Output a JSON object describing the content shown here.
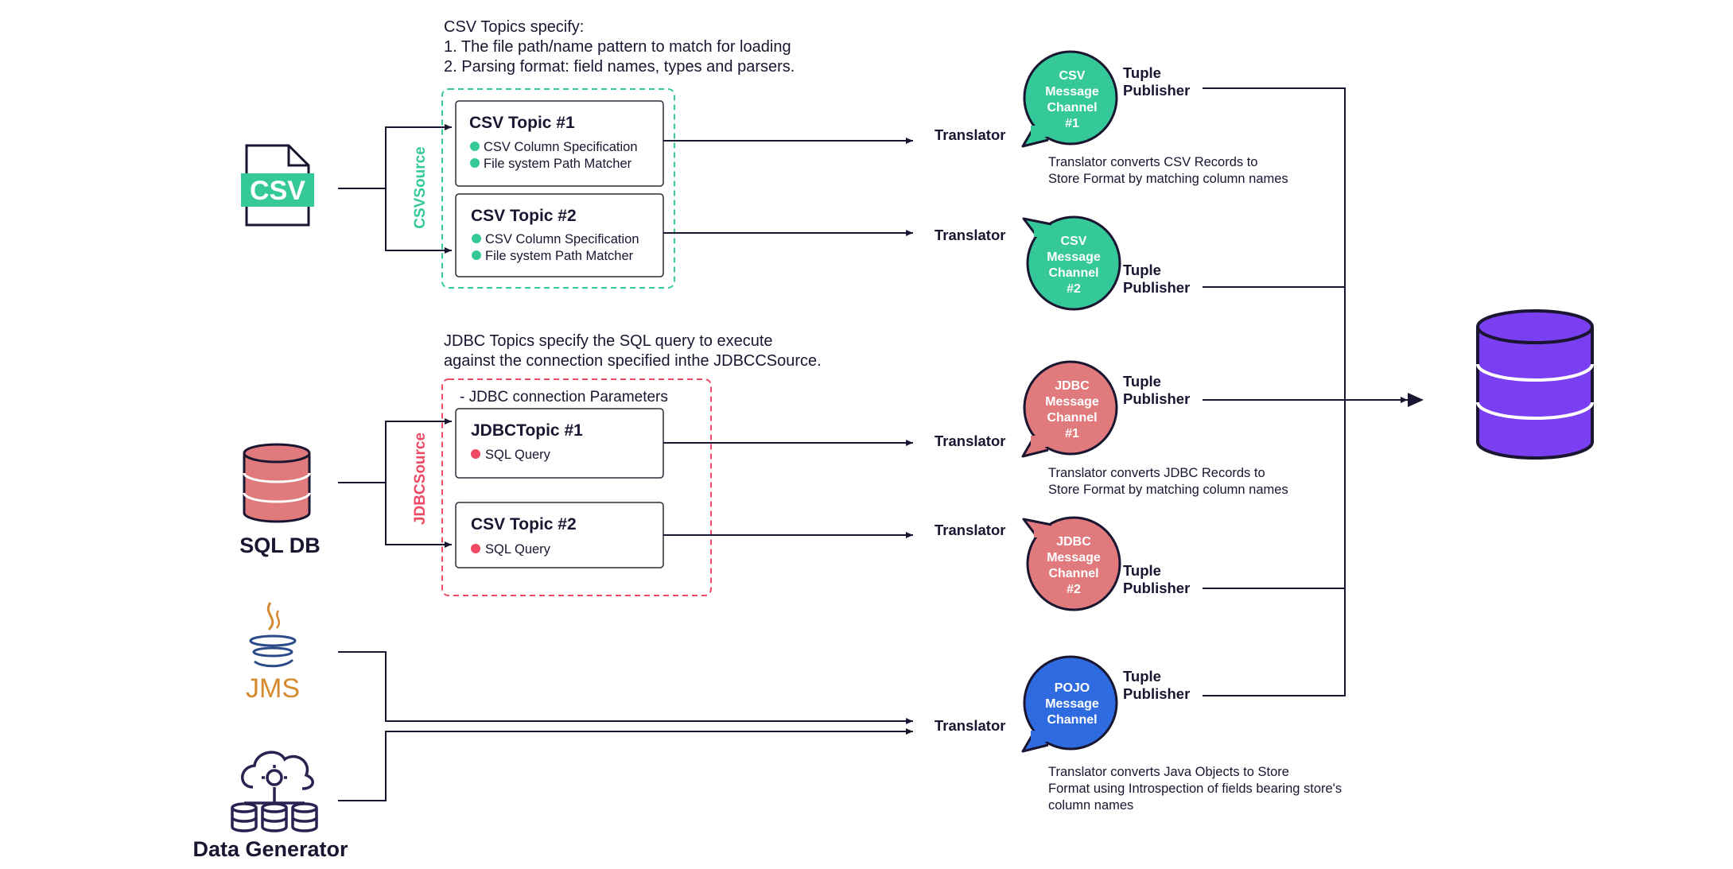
{
  "colors": {
    "csv_green": "#35c99a",
    "jdbc_red": "#e07a7d",
    "jdbc_dot": "#ef4a64",
    "pojo_blue": "#2e6be0",
    "db_purple": "#7b3ff2",
    "jms_orange": "#d68a2e",
    "ink": "#1a1530"
  },
  "csv_note": {
    "line1": "CSV Topics specify:",
    "line2": "1. The file path/name pattern to match for loading",
    "line3": "2. Parsing format: field names, types and parsers."
  },
  "jdbc_note": {
    "line1": "JDBC Topics specify the SQL query to execute",
    "line2": "against the connection specified inthe JDBCCSource."
  },
  "sources": {
    "csv_icon_text": "CSV",
    "sql_label": "SQL DB",
    "jms_label": "JMS",
    "generator_label": "Data Generator"
  },
  "csv_source": {
    "label": "CSVSource",
    "topics": [
      {
        "title": "CSV Topic #1",
        "items": [
          "CSV Column Specification",
          "File system Path Matcher"
        ]
      },
      {
        "title": "CSV Topic #2",
        "items": [
          "CSV Column Specification",
          "File system Path Matcher"
        ]
      }
    ]
  },
  "jdbc_source": {
    "label": "JDBCSource",
    "params": "- JDBC connection Parameters",
    "topics": [
      {
        "title": "JDBCTopic #1",
        "items": [
          "SQL Query"
        ]
      },
      {
        "title": "CSV Topic #2",
        "items": [
          "SQL Query"
        ]
      }
    ]
  },
  "translator_label": "Translator",
  "channels": [
    {
      "lines": [
        "CSV",
        "Message",
        "Channel",
        "#1"
      ]
    },
    {
      "lines": [
        "CSV",
        "Message",
        "Channel",
        "#2"
      ]
    },
    {
      "lines": [
        "JDBC",
        "Message",
        "Channel",
        "#1"
      ]
    },
    {
      "lines": [
        "JDBC",
        "Message",
        "Channel",
        "#2"
      ]
    },
    {
      "lines": [
        "POJO",
        "Message",
        "Channel"
      ]
    }
  ],
  "publisher": {
    "line1": "Tuple",
    "line2": "Publisher"
  },
  "translator_notes": {
    "csv": [
      "Translator converts CSV Records to",
      "Store Format by matching column names"
    ],
    "jdbc": [
      "Translator converts JDBC Records to",
      "Store Format by matching column names"
    ],
    "pojo": [
      "Translator converts Java Objects to Store",
      "Format using Introspection of fields bearing store's",
      "column names"
    ]
  }
}
